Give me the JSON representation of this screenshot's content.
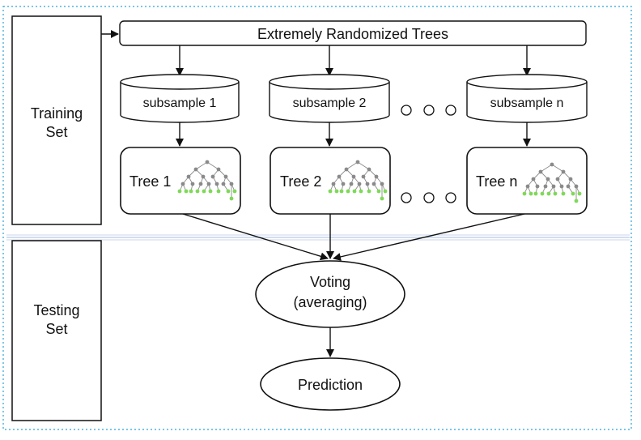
{
  "header": {
    "title": "Extremely Randomized Trees"
  },
  "training_set": {
    "label_line1": "Training",
    "label_line2": "Set"
  },
  "testing_set": {
    "label_line1": "Testing",
    "label_line2": "Set"
  },
  "subsamples": [
    {
      "label": "subsample 1"
    },
    {
      "label": "subsample 2"
    },
    {
      "label": "subsample n"
    }
  ],
  "trees": [
    {
      "label": "Tree 1"
    },
    {
      "label": "Tree 2"
    },
    {
      "label": "Tree n"
    }
  ],
  "voting": {
    "line1": "Voting",
    "line2": "(averaging)"
  },
  "prediction": {
    "label": "Prediction"
  },
  "colors": {
    "stroke": "#111111",
    "dotted_border": "#29a3d6",
    "separator": "#b8c9e6",
    "node_gray": "#8a8a8a",
    "leaf_green": "#7ed957"
  }
}
